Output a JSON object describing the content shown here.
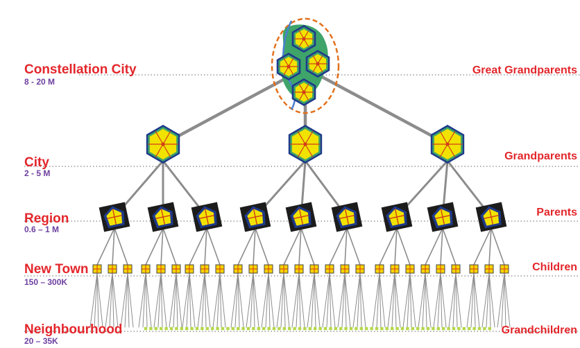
{
  "levels": [
    {
      "name": "Constellation City",
      "population": "8 - 20 M",
      "generation": "Great Grandparents"
    },
    {
      "name": "City",
      "population": "2 - 5 M",
      "generation": "Grandparents"
    },
    {
      "name": "Region",
      "population": "0.6 – 1 M",
      "generation": "Parents"
    },
    {
      "name": "New Town",
      "population": "150 – 300K",
      "generation": "Children"
    },
    {
      "name": "Neighbourhood",
      "population": "20 – 35K",
      "generation": "Grandchildren"
    }
  ],
  "colors": {
    "label": "#e3262b",
    "population": "#6d3fa0",
    "connector": "#8c8c8c",
    "dotted_line": "#999999",
    "hexagon_fill": "#f2e200",
    "hexagon_border": "#1e3a8a",
    "green_area": "#3fa46a",
    "river": "#4a7fd0",
    "ellipse": "#e2711d",
    "neighbourhood_dot": "#b4d84a"
  },
  "icons": [
    "city-hexagon-icon",
    "region-diamond-icon",
    "new-town-square-icon",
    "neighbourhood-dot-icon"
  ]
}
